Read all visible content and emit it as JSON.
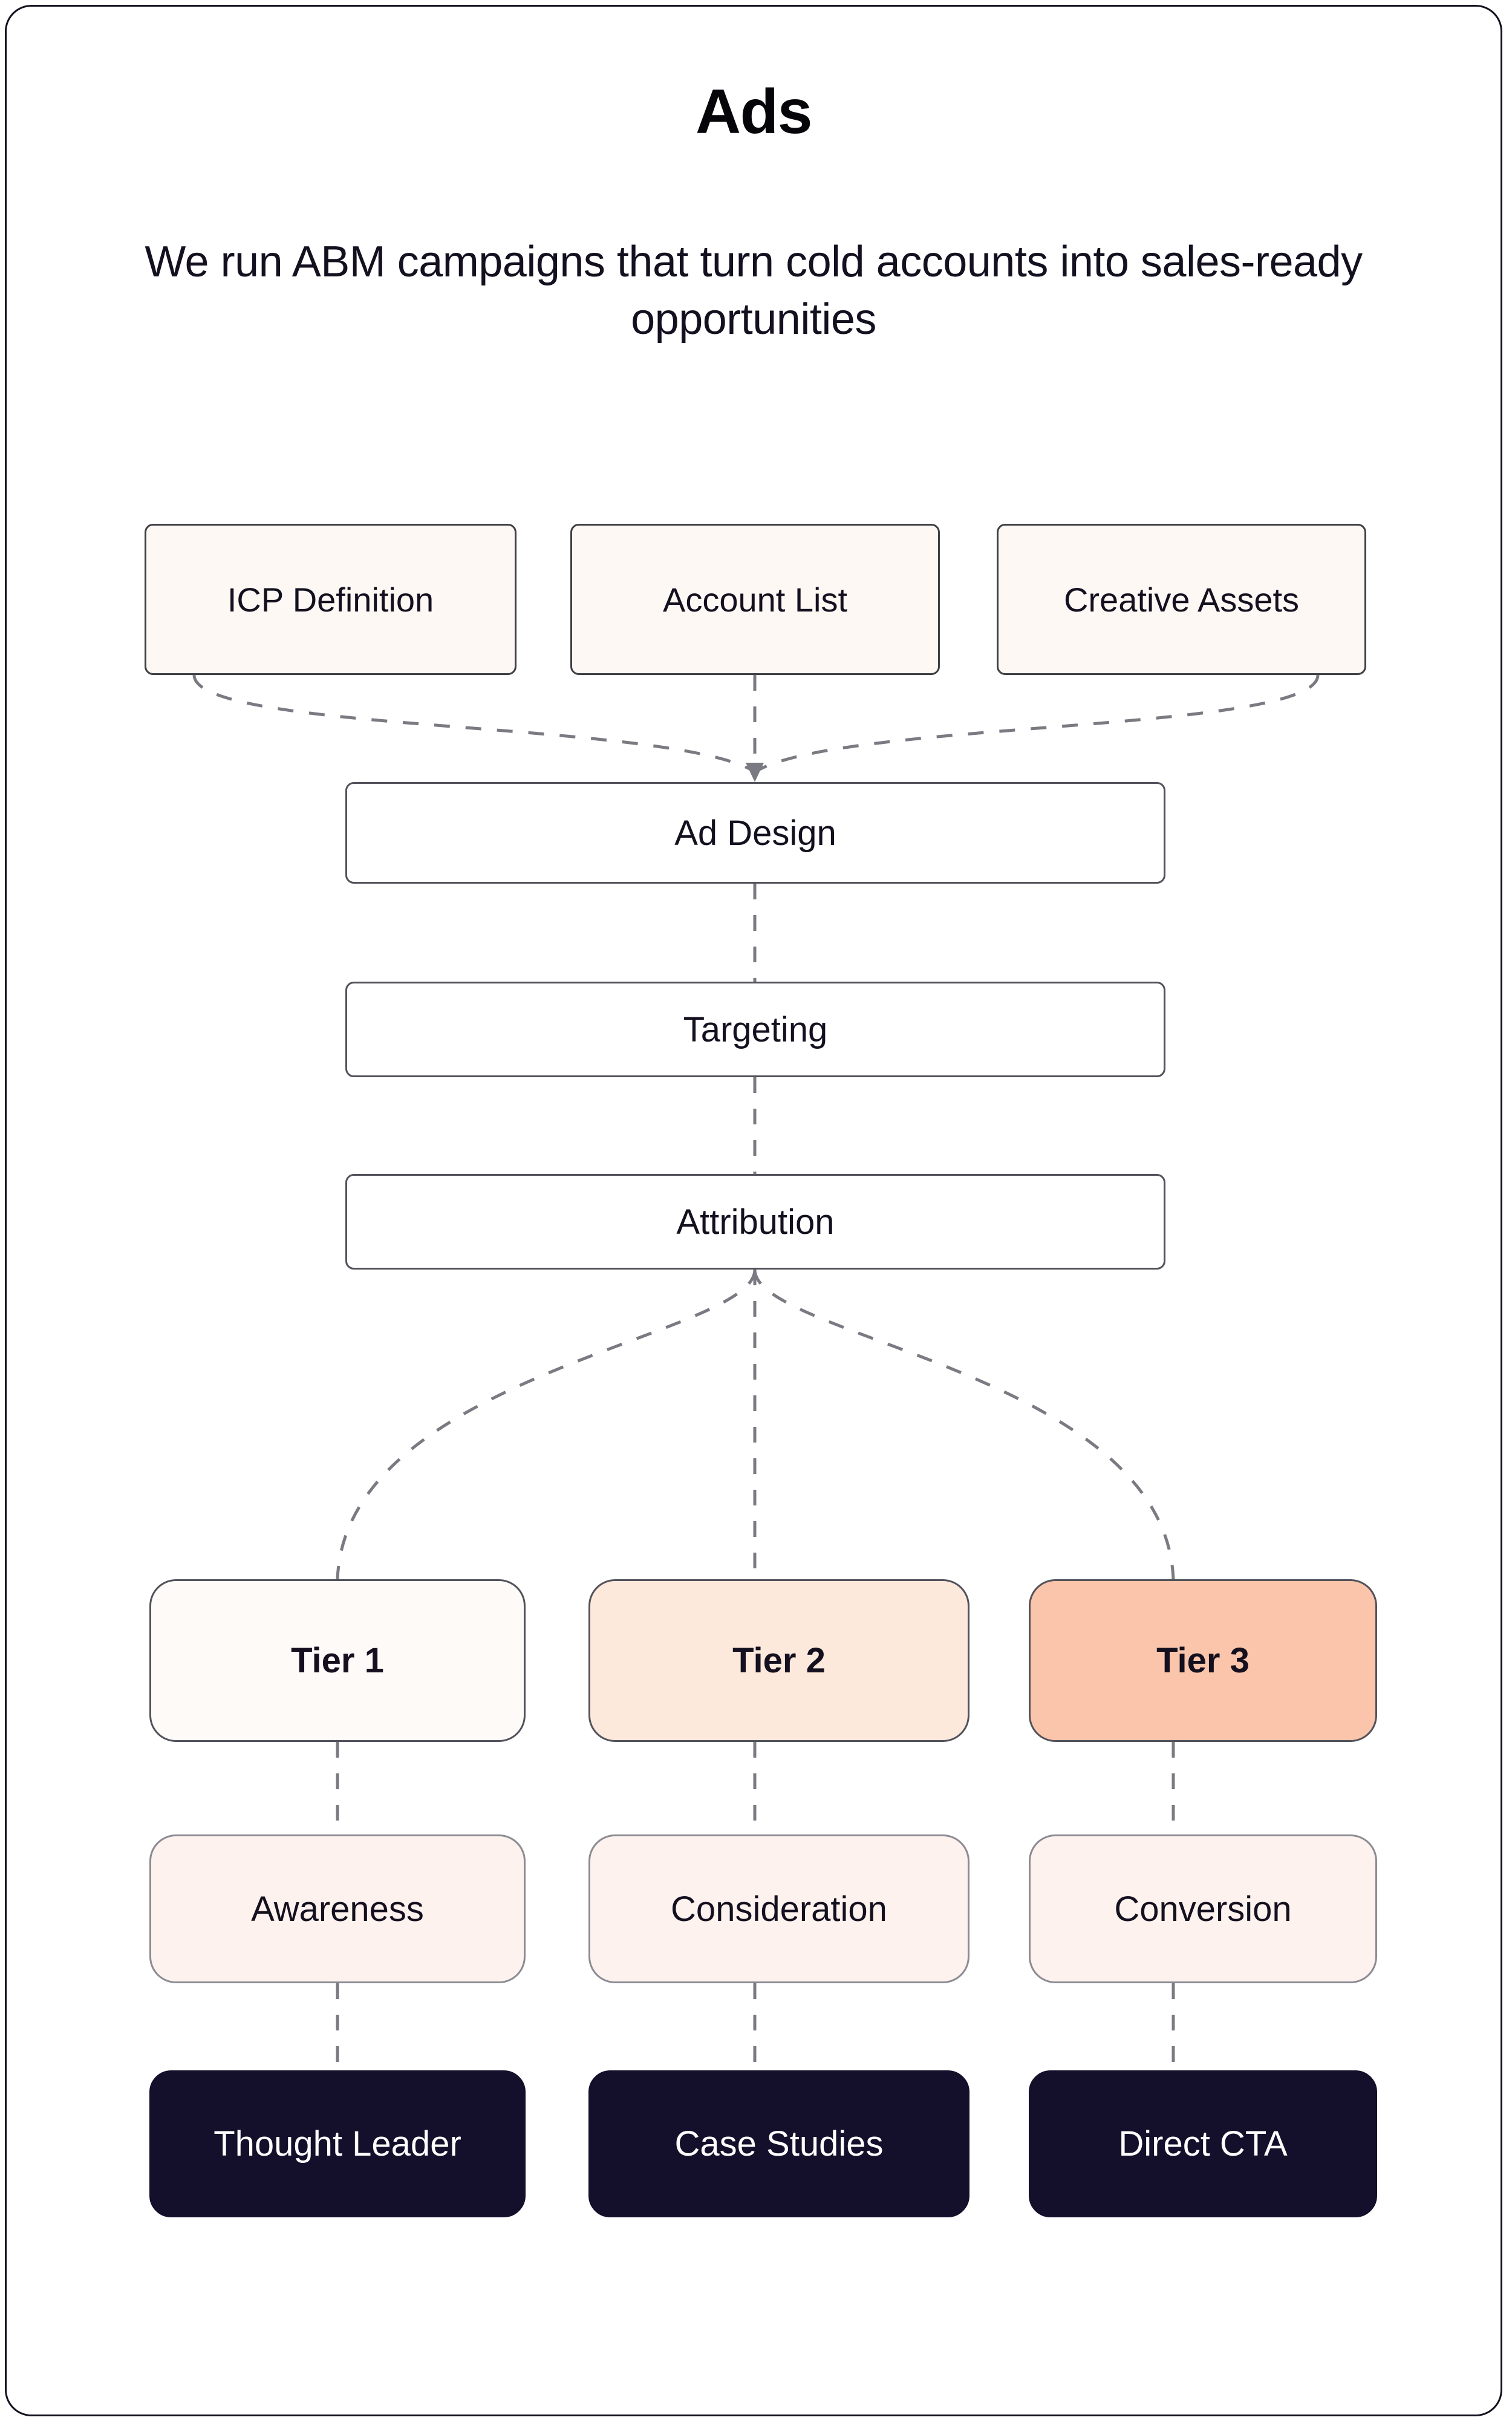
{
  "header": {
    "title": "Ads",
    "subtitle": "We run ABM campaigns that turn cold accounts into sales-ready opportunities"
  },
  "colors": {
    "card_border": "#14101f",
    "source_fill": "#fdf8f4",
    "stage_fill": "#ffffff",
    "tier1_fill": "#fefaf8",
    "tier2_fill": "#fde8dc",
    "tier3_fill": "#fac5aa",
    "phase_fill": "#fdf2ed",
    "asset_fill": "#140f2b",
    "asset_text": "#ffffff",
    "connector": "#7a7a82",
    "text": "#14101f"
  },
  "diagram": {
    "type": "flowchart",
    "sources": [
      {
        "id": "icp",
        "label": "ICP Definition"
      },
      {
        "id": "accounts",
        "label": "Account List"
      },
      {
        "id": "creative",
        "label": "Creative Assets"
      }
    ],
    "stages": [
      {
        "id": "ad-design",
        "label": "Ad Design"
      },
      {
        "id": "targeting",
        "label": "Targeting"
      },
      {
        "id": "attribution",
        "label": "Attribution"
      }
    ],
    "tiers": [
      {
        "id": "tier-1",
        "label": "Tier 1",
        "fill": "#fefaf8"
      },
      {
        "id": "tier-2",
        "label": "Tier 2",
        "fill": "#fde8dc"
      },
      {
        "id": "tier-3",
        "label": "Tier 3",
        "fill": "#fac5aa"
      }
    ],
    "phases": [
      {
        "id": "awareness",
        "label": "Awareness"
      },
      {
        "id": "consideration",
        "label": "Consideration"
      },
      {
        "id": "conversion",
        "label": "Conversion"
      }
    ],
    "assets": [
      {
        "id": "thought-leader",
        "label": "Thought Leader"
      },
      {
        "id": "case-studies",
        "label": "Case Studies"
      },
      {
        "id": "direct-cta",
        "label": "Direct CTA"
      }
    ],
    "edges": [
      {
        "from": "icp",
        "to": "ad-design",
        "style": "dashed-curve"
      },
      {
        "from": "accounts",
        "to": "ad-design",
        "style": "dashed-straight"
      },
      {
        "from": "creative",
        "to": "ad-design",
        "style": "dashed-curve"
      },
      {
        "from": "ad-design",
        "to": "targeting",
        "style": "dashed-straight"
      },
      {
        "from": "targeting",
        "to": "attribution",
        "style": "dashed-straight"
      },
      {
        "from": "attribution",
        "to": "tier-1",
        "style": "dashed-curve"
      },
      {
        "from": "attribution",
        "to": "tier-2",
        "style": "dashed-straight"
      },
      {
        "from": "attribution",
        "to": "tier-3",
        "style": "dashed-curve"
      },
      {
        "from": "tier-1",
        "to": "awareness",
        "style": "dashed-straight"
      },
      {
        "from": "tier-2",
        "to": "consideration",
        "style": "dashed-straight"
      },
      {
        "from": "tier-3",
        "to": "conversion",
        "style": "dashed-straight"
      },
      {
        "from": "awareness",
        "to": "thought-leader",
        "style": "dashed-straight"
      },
      {
        "from": "consideration",
        "to": "case-studies",
        "style": "dashed-straight"
      },
      {
        "from": "conversion",
        "to": "direct-cta",
        "style": "dashed-straight"
      }
    ]
  }
}
